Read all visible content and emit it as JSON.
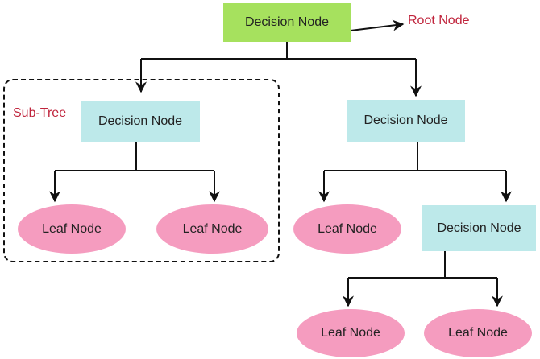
{
  "colors": {
    "root_fill": "#a6e15e",
    "decision_fill": "#bde9ea",
    "leaf_fill": "#f59cbf",
    "annotation_text": "#c0243c",
    "edge_stroke": "#111111"
  },
  "root": {
    "label": "Decision Node"
  },
  "root_annotation": {
    "label": "Root Node"
  },
  "subtree_annotation": {
    "label": "Sub-Tree"
  },
  "left": {
    "decision": {
      "label": "Decision Node"
    },
    "leaf_a": {
      "label": "Leaf Node"
    },
    "leaf_b": {
      "label": "Leaf Node"
    }
  },
  "right": {
    "decision": {
      "label": "Decision Node"
    },
    "leaf": {
      "label": "Leaf Node"
    },
    "inner_decision": {
      "label": "Decision Node"
    },
    "inner_leaf_a": {
      "label": "Leaf Node"
    },
    "inner_leaf_b": {
      "label": "Leaf Node"
    }
  }
}
